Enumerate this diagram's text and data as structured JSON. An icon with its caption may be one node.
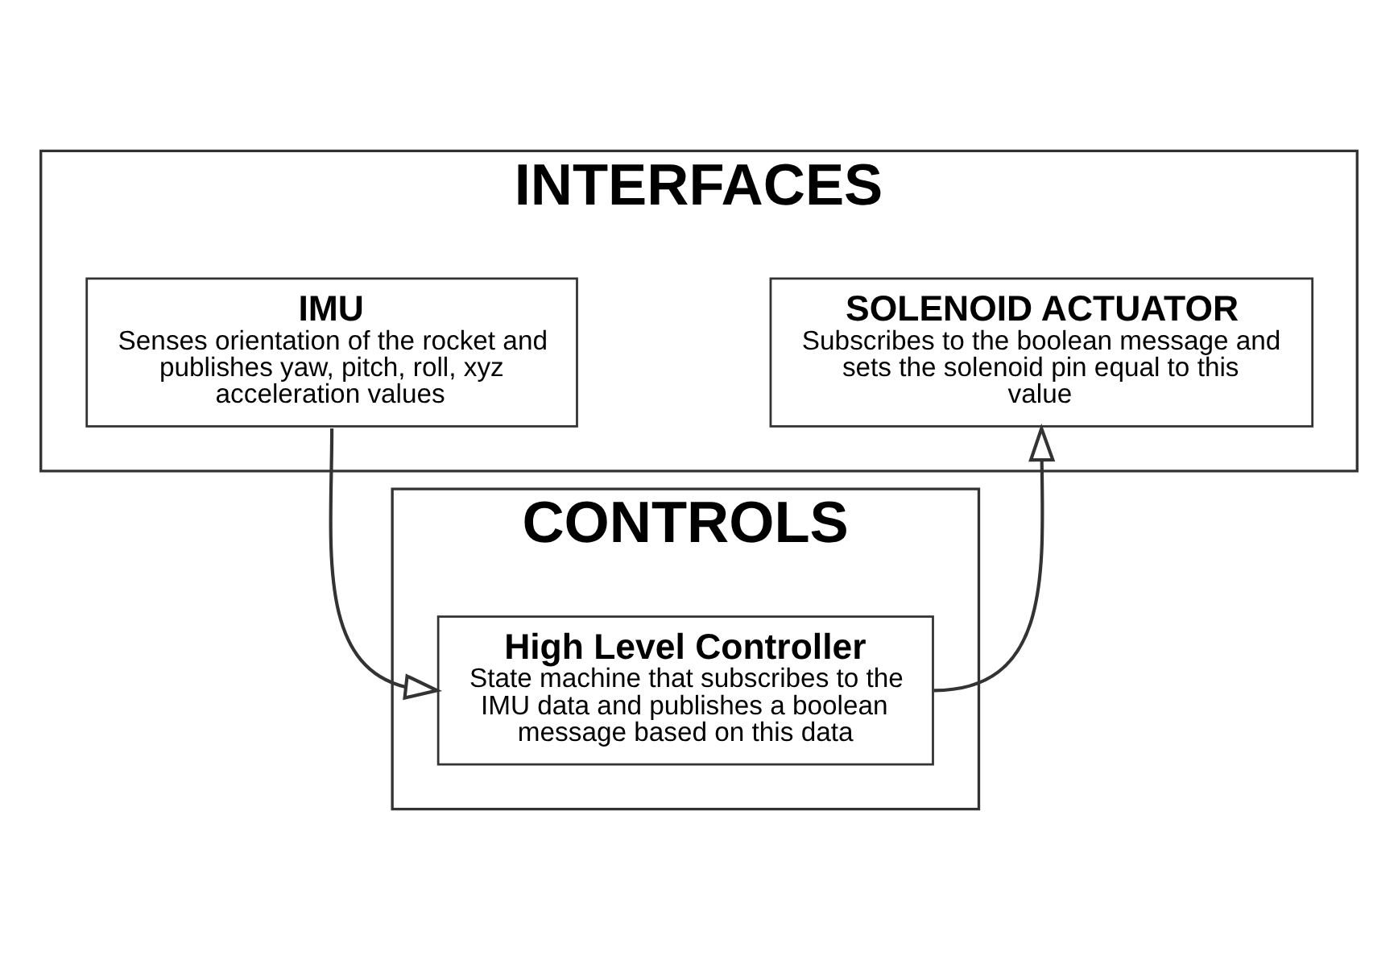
{
  "diagram": {
    "nodes": [
      {
        "text": [
          "INTERFACES"
        ]
      },
      {
        "text": [
          "IMU",
          "Senses orientation of the rocket and publishes yaw, pitch, roll, xyz acceleration values"
        ],
        "in": 0
      },
      {
        "text": [
          "SOLENOID ACTUATOR",
          "Subscribes to the boolean message and sets the solenoid pin equal to this value"
        ],
        "in": 0
      },
      {
        "text": [
          "CONTROLS"
        ]
      },
      {
        "text": [
          "High Level Controller",
          "State machine that subscribes to the IMU data and publishes a boolean message based on this data"
        ],
        "in": 3
      }
    ],
    "edges": [
      {
        "from": 1,
        "to": 4,
        "arrow": "to"
      },
      {
        "from": 4,
        "to": 2,
        "arrow": "to"
      }
    ]
  }
}
